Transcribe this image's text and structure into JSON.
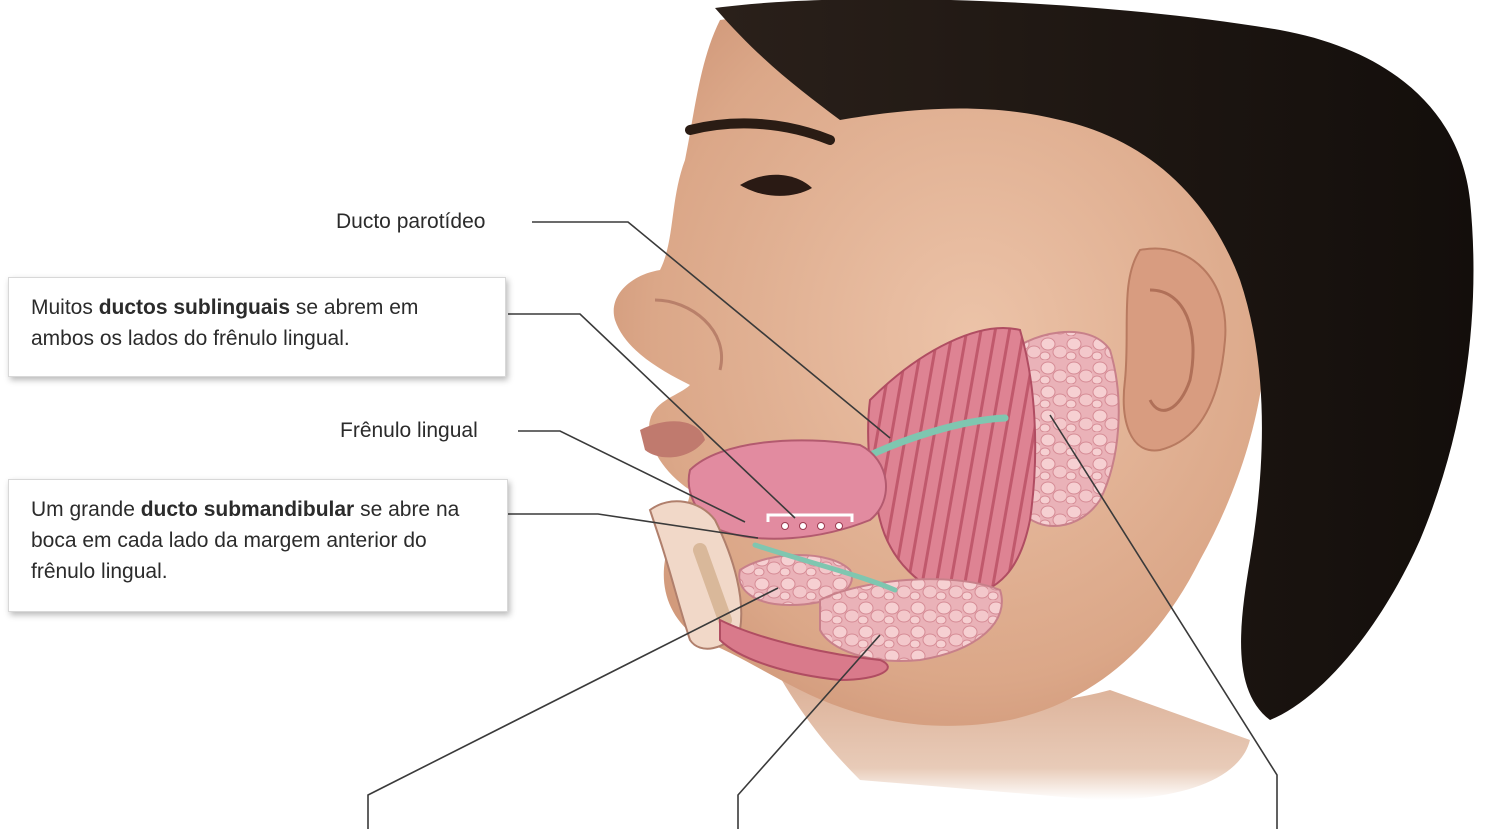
{
  "labels": {
    "parotid_duct": "Ducto parotídeo",
    "lingual_frenulum": "Frênulo lingual"
  },
  "callouts": {
    "sublingual": {
      "prefix": "Muitos ",
      "bold": "ductos sublinguais",
      "suffix": " se abrem em ambos os lados do frênulo lingual."
    },
    "submandibular": {
      "prefix": "Um grande ",
      "bold": "ducto submandibular",
      "suffix": " se abre na boca em cada lado da margem anterior do frênulo lingual."
    }
  },
  "colors": {
    "leader_line": "#3a3a3a",
    "skin": "#e2b49a",
    "hair": "#1e1713",
    "muscle": "#d9788a",
    "gland": "#f1c0c4",
    "duct": "#7fc6b0"
  }
}
